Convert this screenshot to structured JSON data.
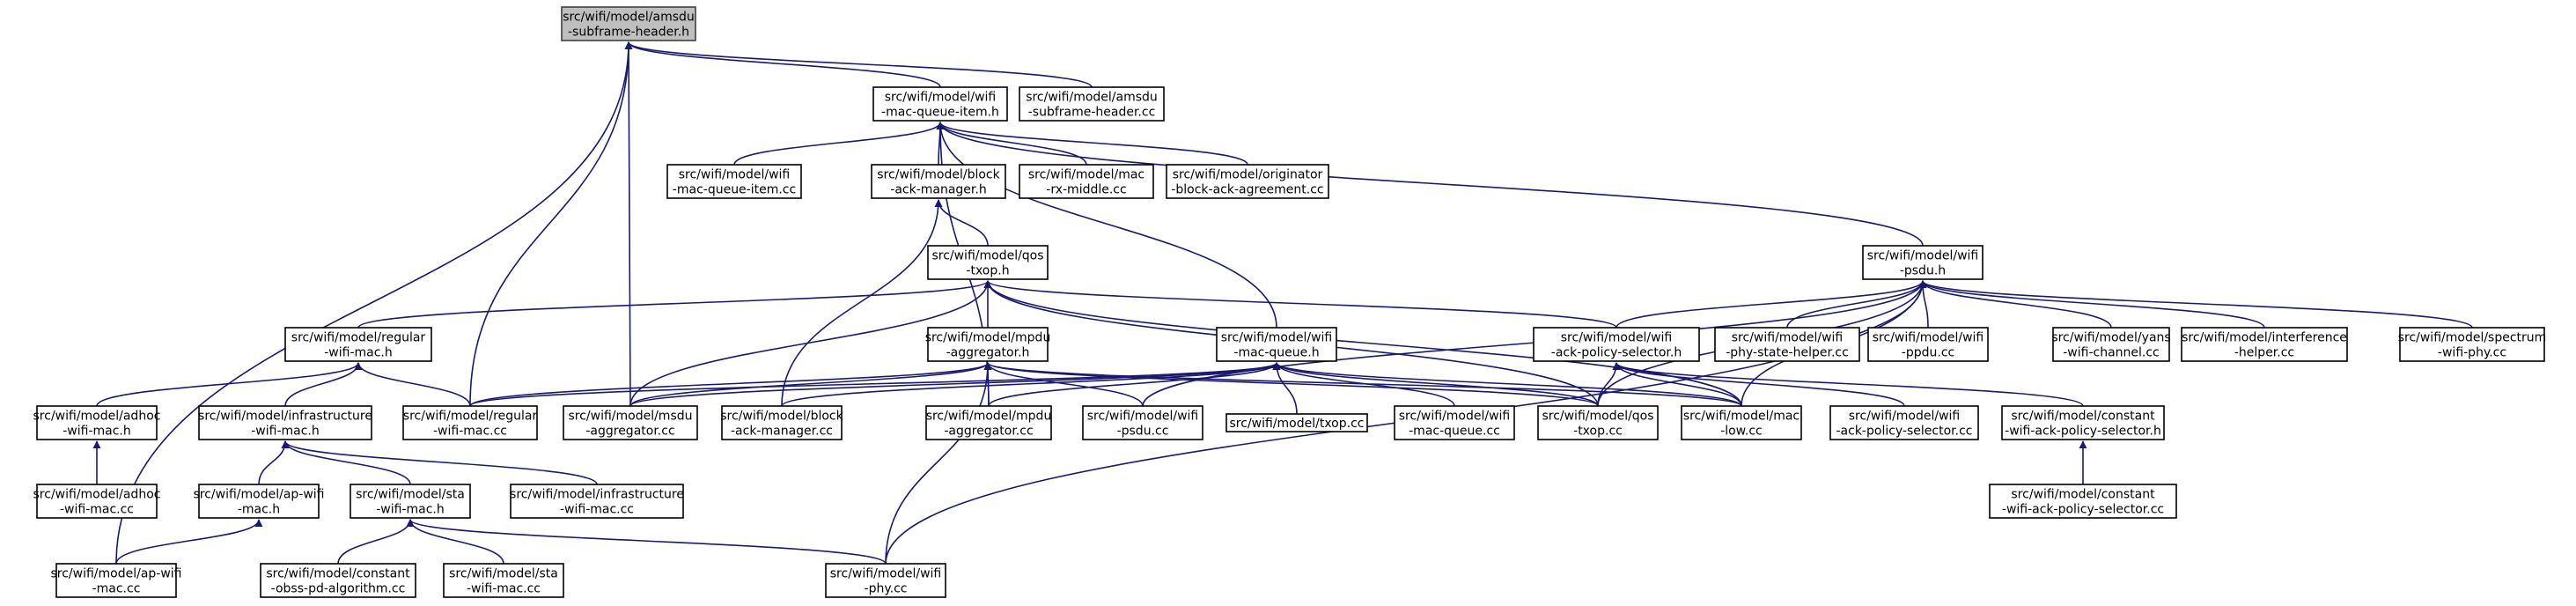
{
  "colors": {
    "edge": "#191970",
    "root_fill": "#bfbfbf",
    "node_fill": "#ffffff",
    "node_border": "#000000",
    "text": "#000000"
  },
  "nodes": [
    {
      "id": "n0",
      "lines": [
        "src/wifi/model/amsdu",
        "-subframe-header.h"
      ]
    },
    {
      "id": "n1",
      "lines": [
        "src/wifi/model/wifi",
        "-mac-queue-item.h"
      ]
    },
    {
      "id": "n2",
      "lines": [
        "src/wifi/model/amsdu",
        "-subframe-header.cc"
      ]
    },
    {
      "id": "n3",
      "lines": [
        "src/wifi/model/wifi",
        "-mac-queue-item.cc"
      ]
    },
    {
      "id": "n4",
      "lines": [
        "src/wifi/model/block",
        "-ack-manager.h"
      ]
    },
    {
      "id": "n5",
      "lines": [
        "src/wifi/model/mac",
        "-rx-middle.cc"
      ]
    },
    {
      "id": "n6",
      "lines": [
        "src/wifi/model/originator",
        "-block-ack-agreement.cc"
      ]
    },
    {
      "id": "n7",
      "lines": [
        "src/wifi/model/qos",
        "-txop.h"
      ]
    },
    {
      "id": "n8",
      "lines": [
        "src/wifi/model/wifi",
        "-psdu.h"
      ]
    },
    {
      "id": "n9",
      "lines": [
        "src/wifi/model/regular",
        "-wifi-mac.h"
      ]
    },
    {
      "id": "n10",
      "lines": [
        "src/wifi/model/mpdu",
        "-aggregator.h"
      ]
    },
    {
      "id": "n11",
      "lines": [
        "src/wifi/model/wifi",
        "-mac-queue.h"
      ]
    },
    {
      "id": "n12",
      "lines": [
        "src/wifi/model/wifi",
        "-ack-policy-selector.h"
      ]
    },
    {
      "id": "n13",
      "lines": [
        "src/wifi/model/wifi",
        "-phy-state-helper.cc"
      ]
    },
    {
      "id": "n14",
      "lines": [
        "src/wifi/model/wifi",
        "-ppdu.cc"
      ]
    },
    {
      "id": "n15",
      "lines": [
        "src/wifi/model/yans",
        "-wifi-channel.cc"
      ]
    },
    {
      "id": "n16",
      "lines": [
        "src/wifi/model/interference",
        "-helper.cc"
      ]
    },
    {
      "id": "n17",
      "lines": [
        "src/wifi/model/spectrum",
        "-wifi-phy.cc"
      ]
    },
    {
      "id": "n18",
      "lines": [
        "src/wifi/model/adhoc",
        "-wifi-mac.h"
      ]
    },
    {
      "id": "n19",
      "lines": [
        "src/wifi/model/infrastructure",
        "-wifi-mac.h"
      ]
    },
    {
      "id": "n20",
      "lines": [
        "src/wifi/model/regular",
        "-wifi-mac.cc"
      ]
    },
    {
      "id": "n21",
      "lines": [
        "src/wifi/model/msdu",
        "-aggregator.cc"
      ]
    },
    {
      "id": "n22",
      "lines": [
        "src/wifi/model/block",
        "-ack-manager.cc"
      ]
    },
    {
      "id": "n23",
      "lines": [
        "src/wifi/model/mpdu",
        "-aggregator.cc"
      ]
    },
    {
      "id": "n24",
      "lines": [
        "src/wifi/model/wifi",
        "-psdu.cc"
      ]
    },
    {
      "id": "n25",
      "lines": [
        "src/wifi/model/txop.cc"
      ]
    },
    {
      "id": "n26",
      "lines": [
        "src/wifi/model/wifi",
        "-mac-queue.cc"
      ]
    },
    {
      "id": "n27",
      "lines": [
        "src/wifi/model/qos",
        "-txop.cc"
      ]
    },
    {
      "id": "n28",
      "lines": [
        "src/wifi/model/mac",
        "-low.cc"
      ]
    },
    {
      "id": "n29",
      "lines": [
        "src/wifi/model/wifi",
        "-ack-policy-selector.cc"
      ]
    },
    {
      "id": "n30",
      "lines": [
        "src/wifi/model/constant",
        "-wifi-ack-policy-selector.h"
      ]
    },
    {
      "id": "n31",
      "lines": [
        "src/wifi/model/adhoc",
        "-wifi-mac.cc"
      ]
    },
    {
      "id": "n32",
      "lines": [
        "src/wifi/model/ap-wifi",
        "-mac.h"
      ]
    },
    {
      "id": "n33",
      "lines": [
        "src/wifi/model/sta",
        "-wifi-mac.h"
      ]
    },
    {
      "id": "n34",
      "lines": [
        "src/wifi/model/infrastructure",
        "-wifi-mac.cc"
      ]
    },
    {
      "id": "n35",
      "lines": [
        "src/wifi/model/constant",
        "-wifi-ack-policy-selector.cc"
      ]
    },
    {
      "id": "n36",
      "lines": [
        "src/wifi/model/ap-wifi",
        "-mac.cc"
      ]
    },
    {
      "id": "n37",
      "lines": [
        "src/wifi/model/constant",
        "-obss-pd-algorithm.cc"
      ]
    },
    {
      "id": "n38",
      "lines": [
        "src/wifi/model/sta",
        "-wifi-mac.cc"
      ]
    },
    {
      "id": "n39",
      "lines": [
        "src/wifi/model/wifi",
        "-phy.cc"
      ]
    }
  ],
  "edges": [
    [
      "n1",
      "n0"
    ],
    [
      "n2",
      "n0"
    ],
    [
      "n20",
      "n0"
    ],
    [
      "n21",
      "n0"
    ],
    [
      "n36",
      "n0"
    ],
    [
      "n3",
      "n1"
    ],
    [
      "n4",
      "n1"
    ],
    [
      "n5",
      "n1"
    ],
    [
      "n6",
      "n1"
    ],
    [
      "n8",
      "n1"
    ],
    [
      "n11",
      "n1"
    ],
    [
      "n23",
      "n1"
    ],
    [
      "n7",
      "n4"
    ],
    [
      "n22",
      "n4"
    ],
    [
      "n9",
      "n7"
    ],
    [
      "n10",
      "n7"
    ],
    [
      "n12",
      "n7"
    ],
    [
      "n21",
      "n7"
    ],
    [
      "n27",
      "n7"
    ],
    [
      "n28",
      "n7"
    ],
    [
      "n12",
      "n8"
    ],
    [
      "n13",
      "n8"
    ],
    [
      "n14",
      "n8"
    ],
    [
      "n15",
      "n8"
    ],
    [
      "n16",
      "n8"
    ],
    [
      "n17",
      "n8"
    ],
    [
      "n24",
      "n8"
    ],
    [
      "n27",
      "n8"
    ],
    [
      "n28",
      "n8"
    ],
    [
      "n39",
      "n8"
    ],
    [
      "n18",
      "n9"
    ],
    [
      "n19",
      "n9"
    ],
    [
      "n20",
      "n9"
    ],
    [
      "n20",
      "n10"
    ],
    [
      "n21",
      "n10"
    ],
    [
      "n23",
      "n10"
    ],
    [
      "n24",
      "n10"
    ],
    [
      "n27",
      "n10"
    ],
    [
      "n28",
      "n10"
    ],
    [
      "n39",
      "n10"
    ],
    [
      "n20",
      "n11"
    ],
    [
      "n21",
      "n11"
    ],
    [
      "n22",
      "n11"
    ],
    [
      "n23",
      "n11"
    ],
    [
      "n25",
      "n11"
    ],
    [
      "n26",
      "n11"
    ],
    [
      "n27",
      "n11"
    ],
    [
      "n28",
      "n11"
    ],
    [
      "n27",
      "n12"
    ],
    [
      "n28",
      "n12"
    ],
    [
      "n29",
      "n12"
    ],
    [
      "n30",
      "n12"
    ],
    [
      "n31",
      "n18"
    ],
    [
      "n32",
      "n19"
    ],
    [
      "n33",
      "n19"
    ],
    [
      "n34",
      "n19"
    ],
    [
      "n35",
      "n30"
    ],
    [
      "n36",
      "n32"
    ],
    [
      "n37",
      "n33"
    ],
    [
      "n38",
      "n33"
    ],
    [
      "n39",
      "n33"
    ]
  ]
}
